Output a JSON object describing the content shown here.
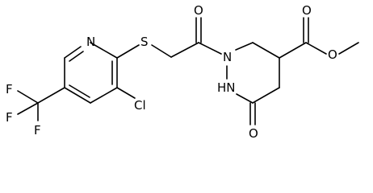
{
  "molecule": {
    "atoms": [
      {
        "id": "n_py",
        "text": "N"
      },
      {
        "id": "s",
        "text": "S"
      },
      {
        "id": "cl",
        "text": "Cl"
      },
      {
        "id": "f1",
        "text": "F"
      },
      {
        "id": "f2",
        "text": "F"
      },
      {
        "id": "f3",
        "text": "F"
      },
      {
        "id": "o_acyl",
        "text": "O"
      },
      {
        "id": "n1",
        "text": "N"
      },
      {
        "id": "nh",
        "text": "HN"
      },
      {
        "id": "o_lactam",
        "text": "O"
      },
      {
        "id": "o_ester_dbl",
        "text": "O"
      },
      {
        "id": "o_ester",
        "text": "O"
      }
    ]
  }
}
